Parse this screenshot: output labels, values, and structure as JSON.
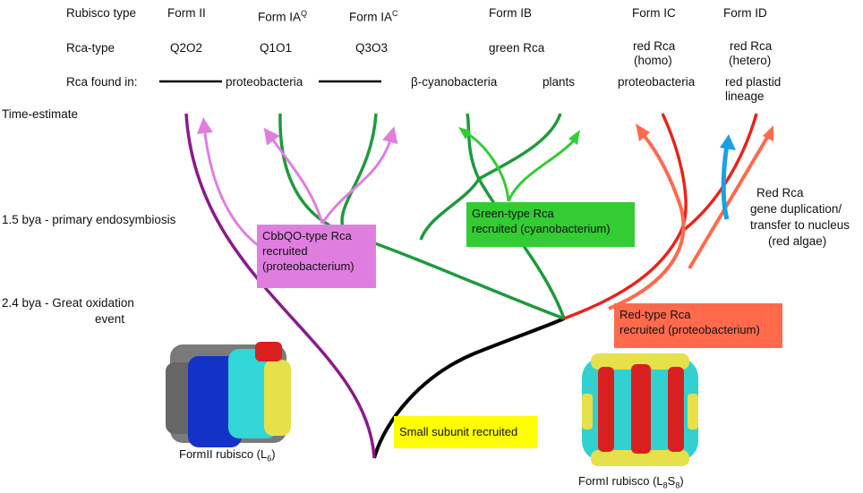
{
  "header_rows": {
    "row1_label": "Rubisco type",
    "row2_label": "Rca-type",
    "row3_label": "Rca found in:",
    "row4_label": "Time-estimate"
  },
  "forms": [
    {
      "name": "Form II",
      "rca": "Q2O2"
    },
    {
      "name": "Form IA",
      "sup": "Q",
      "rca": "Q1O1"
    },
    {
      "name": "Form IA",
      "sup": "C",
      "rca": "Q3O3"
    },
    {
      "name": "Form IB",
      "rca": "green Rca"
    },
    {
      "name": "Form IC",
      "rca": "red Rca",
      "rca2": "(homo)"
    },
    {
      "name": "Form ID",
      "rca": "red Rca",
      "rca2": "(hetero)"
    }
  ],
  "found_in": {
    "proteobacteria_1": "proteobacteria",
    "cyanobacteria": "β-cyanobacteria",
    "plants": "plants",
    "proteobacteria_2": "proteobacteria",
    "red_plastid_1": "red plastid",
    "red_plastid_2": "lineage"
  },
  "time_estimates": {
    "primary_endosymbiosis": "1.5 bya - primary endosymbiosis",
    "great_oxidation_1": "2.4 bya - Great oxidation",
    "great_oxidation_2": "event"
  },
  "boxes": {
    "cbbqo": {
      "line1": "CbbQO-type Rca",
      "line2": "recruited",
      "line3": "(proteobacterium)",
      "color": "#e07ee0"
    },
    "green": {
      "line1": "Green-type Rca",
      "line2": "recruited (cyanobacterium)",
      "color": "#33cc33"
    },
    "red": {
      "line1": "Red-type Rca",
      "line2": "recruited (proteobacterium)",
      "color": "#ff6a4d"
    },
    "small": {
      "line1": "Small subunit recruited",
      "color": "#ffff00"
    }
  },
  "red_rca_note": {
    "line1": "Red Rca",
    "line2": "gene duplication/",
    "line3": "transfer to nucleus",
    "line4": "(red algae)"
  },
  "structures": {
    "formII_label": "FormII rubisco (L",
    "formII_sub": "6",
    "formII_end": ")",
    "formI_label": "FormI rubisco (L",
    "formI_sub1": "8",
    "formI_mid": "S",
    "formI_sub2": "8",
    "formI_end": ")"
  },
  "colors": {
    "purple_branch": "#8b1a8b",
    "pink_arrow": "#e07ee0",
    "dark_green": "#1f9a3c",
    "light_green": "#33cc33",
    "red_branch": "#e8241b",
    "orange_arrow": "#ff6a4d",
    "blue_arrow": "#1aa0e6",
    "root_black": "#000000"
  }
}
